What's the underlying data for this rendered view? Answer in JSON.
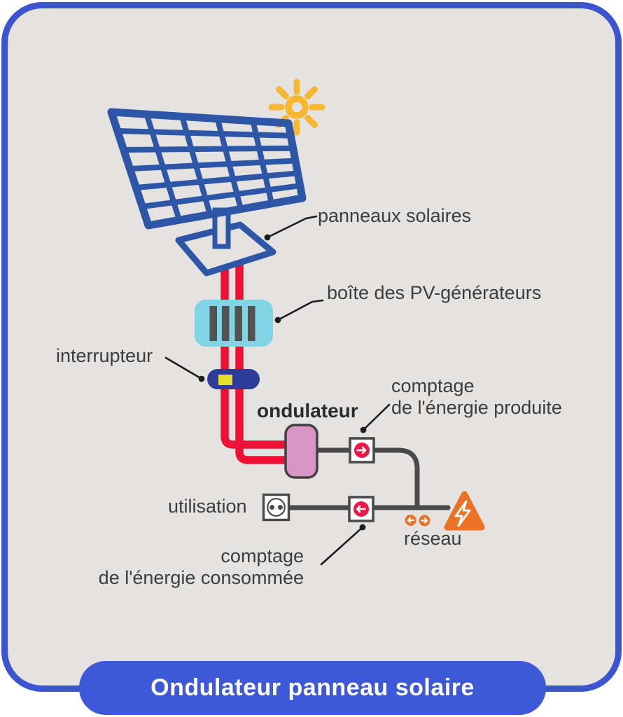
{
  "banner": {
    "title": "Ondulateur panneau solaire"
  },
  "diagram": {
    "labels": {
      "panneaux": "panneaux solaires",
      "boite": "boîte des PV-générateurs",
      "interrupteur": "interrupteur",
      "ondulateur": "ondulateur",
      "comptage_produite_l1": "comptage",
      "comptage_produite_l2": "de l'énergie produite",
      "utilisation": "utilisation",
      "comptage_consommee_l1": "comptage",
      "comptage_consommee_l2": "de l'énergie consommée",
      "reseau": "réseau"
    },
    "icons": {
      "sun-icon": "☀",
      "solar-panel-icon": "grid-panel",
      "pv-generator-box-icon": "junction-box",
      "switch-icon": "inline-switch",
      "inverter-icon": "inverter-box",
      "production-meter-icon": "→",
      "consumption-meter-icon": "←",
      "outlet-icon": "socket",
      "grid-warning-icon": "⚡",
      "exchange-left-icon": "←",
      "exchange-right-icon": "→"
    }
  },
  "colors": {
    "card_border": "#3B54D0",
    "banner_bg": "#3D58D8",
    "card_bg": "#E4E3E2",
    "panel_blue": "#2E56A6",
    "cable_red": "#EE1134",
    "pv_box_cyan": "#80D4E4",
    "switch_navy": "#2B3D98",
    "switch_yellow": "#E5DF2E",
    "inverter_pink": "#D794C4",
    "meter_red": "#EB1846",
    "grid_orange": "#EC7123",
    "wire_gray": "#4A4A4A",
    "sun_yellow": "#F8B731",
    "label_text": "#3D3D3D",
    "banner_text": "#FFFFFF"
  }
}
